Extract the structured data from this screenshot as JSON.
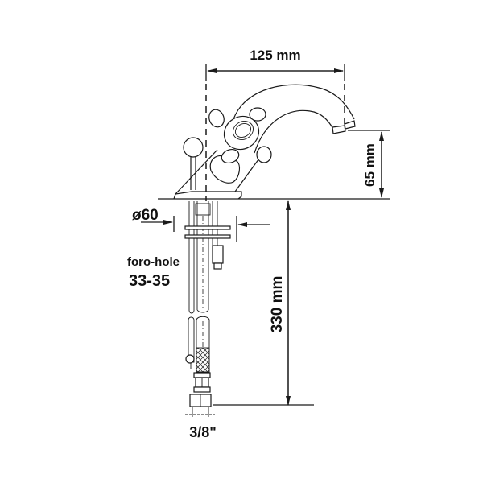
{
  "diagram": {
    "subject": "Bathroom basin mixer tap with cross handles - technical dimension drawing",
    "colors": {
      "line": "#1a1a1a",
      "background": "#ffffff",
      "text": "#111111"
    },
    "dimensions": {
      "spout_reach": "125 mm",
      "spout_height": "65 mm",
      "base_diameter": "ø60",
      "hole_label": "foro-hole",
      "hole_range": "33-35",
      "hose_length": "330 mm",
      "connection": "3/8\""
    }
  }
}
